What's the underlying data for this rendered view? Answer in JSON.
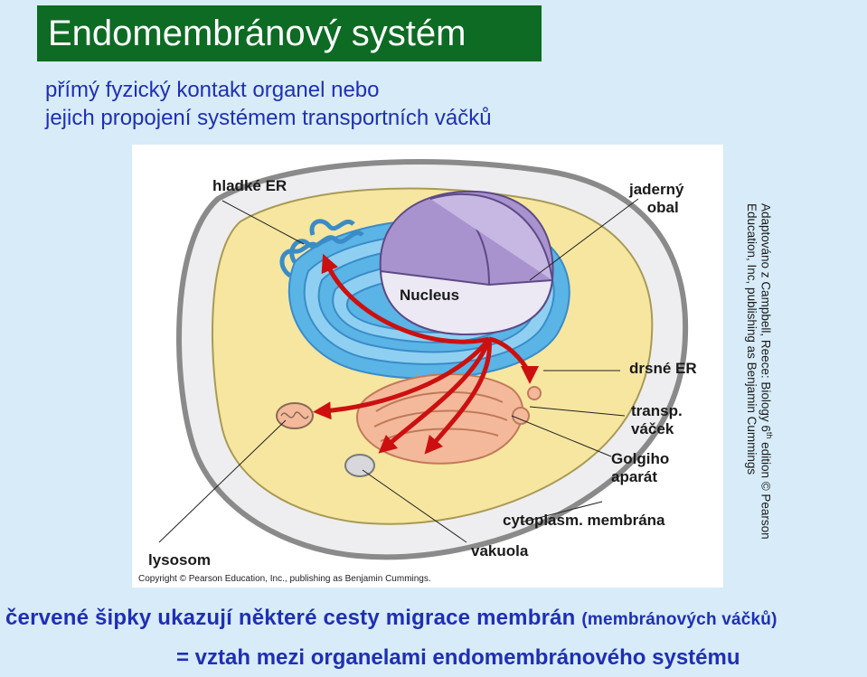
{
  "title": "Endomembránový systém",
  "subtitle": {
    "line1": "přímý fyzický kontakt organel nebo",
    "line2": "jejich propojení systémem transportních váčků"
  },
  "labels": {
    "hladke_er": "hladké ER",
    "jaderny_line1": "jaderný",
    "jaderny_line2": "obal",
    "nucleus": "Nucleus",
    "drsne_er": "drsné ER",
    "transp_line1": "transp.",
    "transp_line2": "váček",
    "golgi_line1": "Golgiho",
    "golgi_line2": "aparát",
    "cytoplasm": "cytoplasm. membrána",
    "lysosom": "lysosom",
    "vakuola": "vakuola",
    "copyright": "Copyright © Pearson Education, Inc., publishing as Benjamin Cummings."
  },
  "credit": {
    "line1_pre": "Adaptováno z Campbell, Reece: Biology 6",
    "line1_sup": "th",
    "line1_post": " edition © Pearson",
    "line2": "Education, Inc, publishing as Benjamin Cummings"
  },
  "bottom": {
    "line1_main": "červené šipky ukazují některé cesty migrace membrán ",
    "line1_small": "(membránových váčků)",
    "line2": "= vztah mezi organelami endomembránového systému"
  },
  "colors": {
    "title_bg": "#0d6b23",
    "text_blue": "#1f2fb5",
    "background": "#d7ecf8",
    "arrow_red": "#cc1010",
    "er_blue": "#5ab4e6",
    "nucleus_purple": "#b8a6d8",
    "cytoplasm_yellow": "#f6e6a0",
    "golgi_peach": "#f4b99b"
  }
}
